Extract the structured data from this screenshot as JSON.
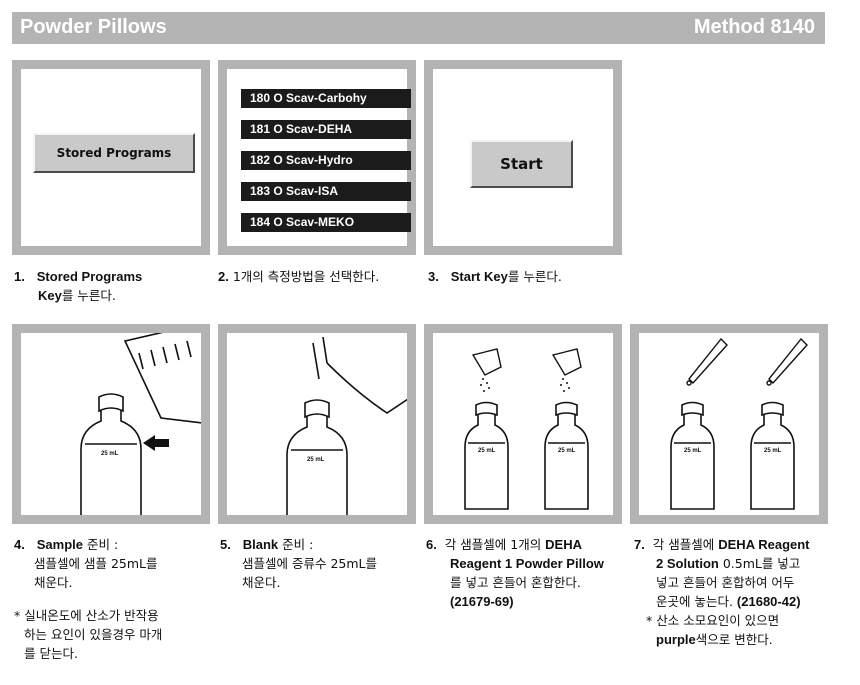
{
  "header": {
    "title": "Powder Pillows",
    "method": "Method 8140"
  },
  "step1": {
    "button_label": "Stored Programs",
    "num": "1.",
    "bold": "Stored Programs",
    "line2_bold": "Key",
    "line2_rest": "를 누른다."
  },
  "step2": {
    "programs": [
      "180  O Scav-Carbohy",
      "181  O Scav-DEHA",
      "182  O Scav-Hydro",
      "183  O Scav-ISA",
      "184  O Scav-MEKO"
    ],
    "num": "2.",
    "text": "1개의 측정방법을 선택한다."
  },
  "step3": {
    "button_label": "Start",
    "num": "3.",
    "bold": "Start Key",
    "rest": "를 누른다."
  },
  "step4": {
    "num": "4.",
    "bold": "Sample",
    "rest": " 준비 :",
    "line2": "샘플셀에 샘플 25mL를",
    "line3": "채운다.",
    "note_l1": "* 실내온도에 산소가 반작용",
    "note_l2": "하는 요인이 있을경우 마개",
    "note_l3": "를 닫는다.",
    "vial_label": "25 mL"
  },
  "step5": {
    "num": "5.",
    "bold": "Blank",
    "rest": " 준비 :",
    "line2": "샘플셀에 증류수 25mL를",
    "line3": "채운다.",
    "vial_label": "25 mL"
  },
  "step6": {
    "num": "6.",
    "l1_a": "각 샘플셀에 1개의 ",
    "l1_b": "DEHA",
    "l2": "Reagent 1 Powder Pillow",
    "l3": "를 넣고 흔들어 혼합한다.",
    "l4": "(21679-69)",
    "vial_label": "25 mL"
  },
  "step7": {
    "num": "7.",
    "l1_a": "각 샘플셀에 ",
    "l1_b": "DEHA Reagent",
    "l2_a": "2 Solution",
    "l2_b": " 0.5mL를 넣고",
    "l3": "넣고 흔들어 혼합하여 어두",
    "l4_a": "운곳에 놓는다. ",
    "l4_b": "(21680-42)",
    "l5": "* 산소 소모요인이 있으면",
    "l6_a": "purple",
    "l6_b": "색으로 변한다.",
    "vial_label": "25 mL"
  }
}
